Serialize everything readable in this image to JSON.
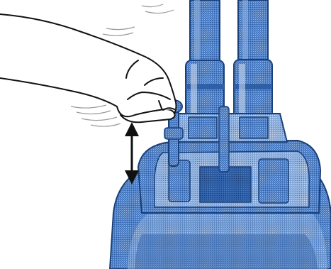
{
  "illustration": {
    "subject": "hand-lifting-valve-lever-on-canister-head",
    "colors": {
      "background": "#ffffff",
      "body_dark": "#2f5fa6",
      "body_mid": "#4a7cc4",
      "body_light": "#8fb0dd",
      "highlight": "#c7d7ef",
      "outline": "#1a3f78",
      "hand_outline": "#111111",
      "motion_lines": "#9a9a9a",
      "arrow": "#111111"
    },
    "icons": [
      "double-headed-vertical-arrow",
      "hand",
      "hose",
      "canister",
      "valve-lever"
    ]
  }
}
